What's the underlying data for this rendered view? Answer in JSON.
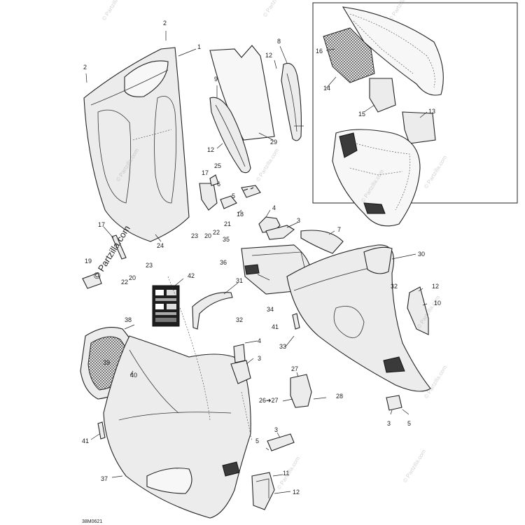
{
  "diagram": {
    "code_label": "38M0621",
    "watermarks": [
      "© Partzilla.com"
    ],
    "callouts": [
      {
        "id": "c2a",
        "text": "2"
      },
      {
        "id": "c1",
        "text": "1"
      },
      {
        "id": "c2b",
        "text": "2"
      },
      {
        "id": "c8",
        "text": "8"
      },
      {
        "id": "c12a",
        "text": "12"
      },
      {
        "id": "c9",
        "text": "9"
      },
      {
        "id": "c12b",
        "text": "12"
      },
      {
        "id": "c29",
        "text": "29"
      },
      {
        "id": "c17a",
        "text": "17"
      },
      {
        "id": "c25",
        "text": "25"
      },
      {
        "id": "c6",
        "text": "6"
      },
      {
        "id": "c5a",
        "text": "5"
      },
      {
        "id": "c18",
        "text": "18"
      },
      {
        "id": "c4a",
        "text": "4"
      },
      {
        "id": "c3a",
        "text": "3"
      },
      {
        "id": "c17b",
        "text": "17"
      },
      {
        "id": "c23a",
        "text": "23"
      },
      {
        "id": "c20a",
        "text": "20"
      },
      {
        "id": "c22a",
        "text": "22"
      },
      {
        "id": "c21",
        "text": "21"
      },
      {
        "id": "c24",
        "text": "24"
      },
      {
        "id": "c35",
        "text": "35"
      },
      {
        "id": "c7",
        "text": "7"
      },
      {
        "id": "c16",
        "text": "16"
      },
      {
        "id": "c14",
        "text": "14"
      },
      {
        "id": "c15",
        "text": "15"
      },
      {
        "id": "c13",
        "text": "13"
      },
      {
        "id": "c19",
        "text": "19"
      },
      {
        "id": "c23b",
        "text": "23"
      },
      {
        "id": "c22b",
        "text": "22"
      },
      {
        "id": "c20b",
        "text": "20"
      },
      {
        "id": "c36",
        "text": "36"
      },
      {
        "id": "c30",
        "text": "30"
      },
      {
        "id": "c42",
        "text": "42"
      },
      {
        "id": "c31",
        "text": "31"
      },
      {
        "id": "c32a",
        "text": "32"
      },
      {
        "id": "c12c",
        "text": "12"
      },
      {
        "id": "c10",
        "text": "10"
      },
      {
        "id": "c34",
        "text": "34"
      },
      {
        "id": "c32b",
        "text": "32"
      },
      {
        "id": "c38",
        "text": "38"
      },
      {
        "id": "c41a",
        "text": "41"
      },
      {
        "id": "c4b",
        "text": "4"
      },
      {
        "id": "c33",
        "text": "33"
      },
      {
        "id": "c3b",
        "text": "3"
      },
      {
        "id": "c39",
        "text": "39"
      },
      {
        "id": "c27a",
        "text": "27"
      },
      {
        "id": "c40",
        "text": "40"
      },
      {
        "id": "c26_27",
        "text": "26➔27"
      },
      {
        "id": "c28",
        "text": "28"
      },
      {
        "id": "c3c",
        "text": "3"
      },
      {
        "id": "c5b",
        "text": "5"
      },
      {
        "id": "c41b",
        "text": "41"
      },
      {
        "id": "c3d",
        "text": "3"
      },
      {
        "id": "c5c",
        "text": "5"
      },
      {
        "id": "c37",
        "text": "37"
      },
      {
        "id": "c11",
        "text": "11"
      },
      {
        "id": "c12d",
        "text": "12"
      }
    ]
  }
}
